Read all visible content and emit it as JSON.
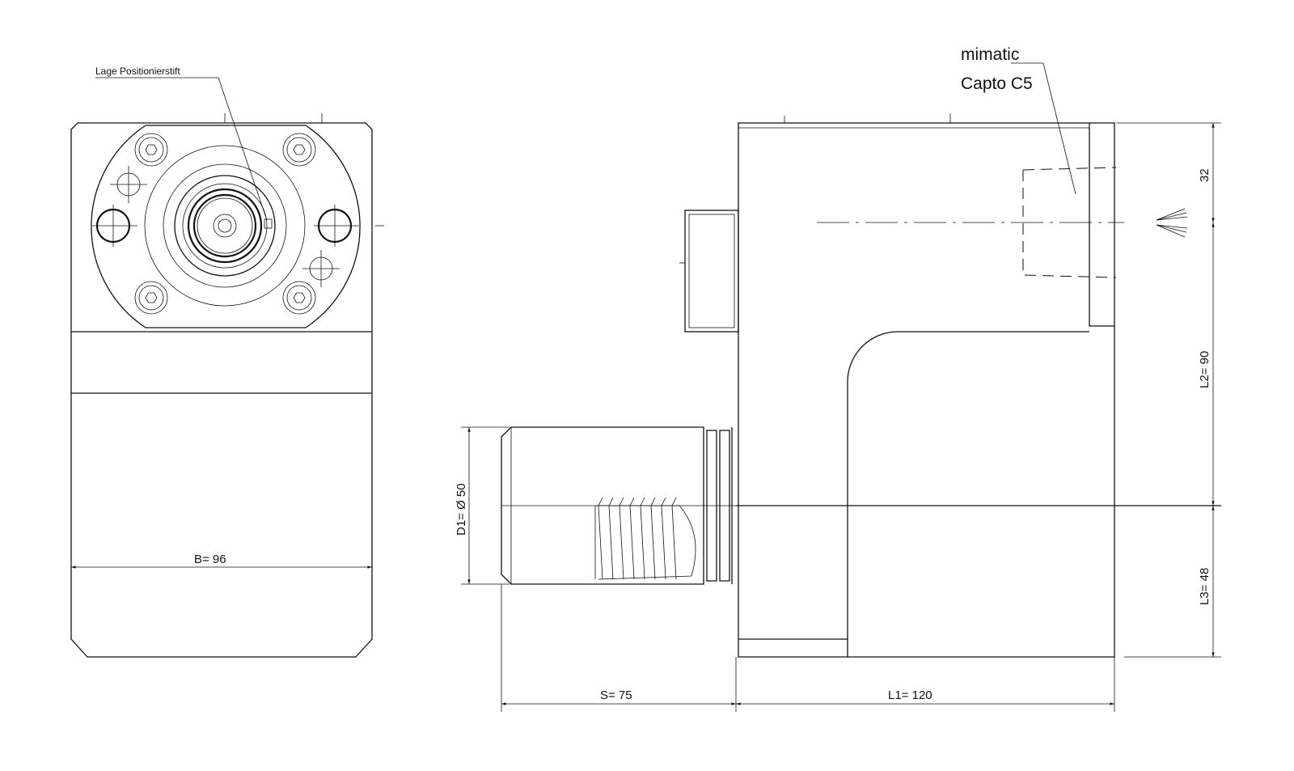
{
  "labels": {
    "positioning_pin": "Lage Positionierstift",
    "brand": "mimatic",
    "interface": "Capto C5"
  },
  "dimensions": {
    "top_offset": "32",
    "L2": "L2=  90",
    "L3": "L3=  48",
    "D1": "D1= Ø 50",
    "B": "B=  96",
    "S": "S=  75",
    "L1": "L1=   120"
  }
}
